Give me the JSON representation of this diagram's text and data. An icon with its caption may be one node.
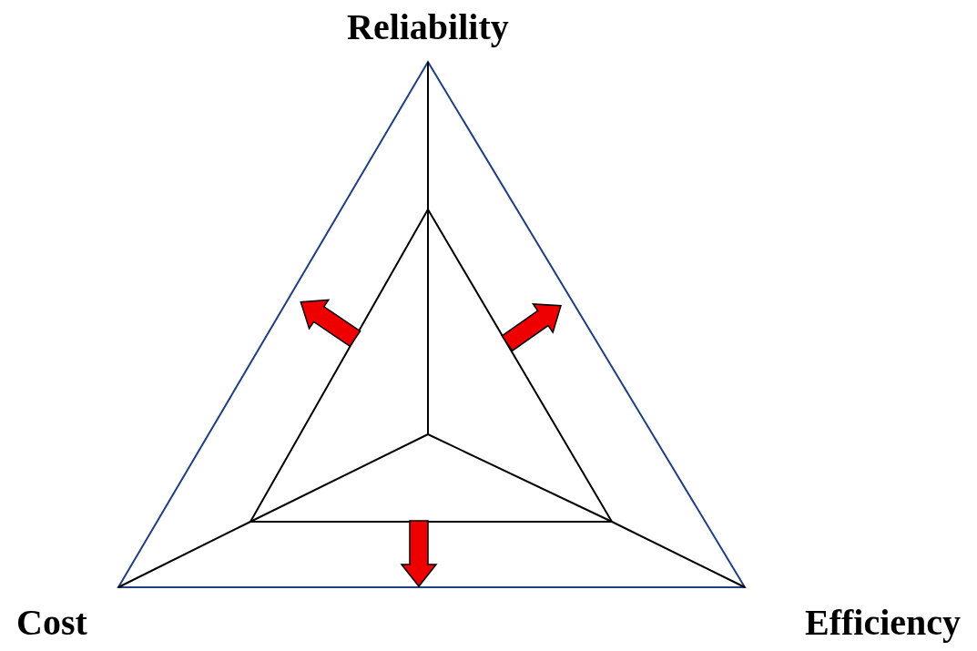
{
  "diagram": {
    "labels": [
      "Reliability",
      "Cost",
      "Efficiency"
    ]
  }
}
